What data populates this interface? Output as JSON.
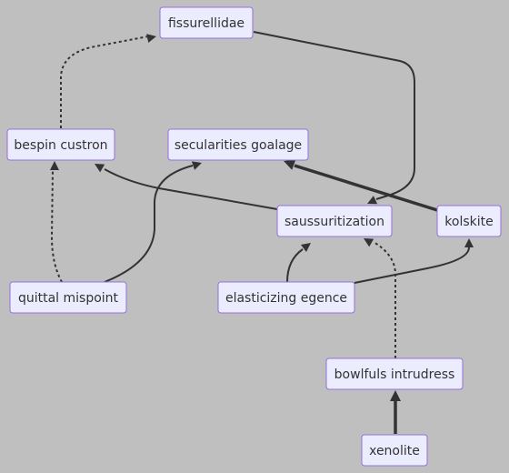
{
  "nodes": [
    {
      "id": "fissurellidae",
      "label": "fissurellidae"
    },
    {
      "id": "bespin_custron",
      "label": "bespin custron"
    },
    {
      "id": "secularities_goalage",
      "label": "secularities goalage"
    },
    {
      "id": "saussuritization",
      "label": "saussuritization"
    },
    {
      "id": "kolskite",
      "label": "kolskite"
    },
    {
      "id": "quittal_mispoint",
      "label": "quittal mispoint"
    },
    {
      "id": "elasticizing_egence",
      "label": "elasticizing egence"
    },
    {
      "id": "bowlfuls_intrudress",
      "label": "bowlfuls intrudress"
    },
    {
      "id": "xenolite",
      "label": "xenolite"
    }
  ],
  "edges": [
    {
      "from": "bespin_custron",
      "to": "fissurellidae",
      "style": "dotted"
    },
    {
      "from": "fissurellidae",
      "to": "saussuritization",
      "style": "normal"
    },
    {
      "from": "saussuritization",
      "to": "bespin_custron",
      "style": "normal"
    },
    {
      "from": "kolskite",
      "to": "secularities_goalage",
      "style": "thick"
    },
    {
      "from": "quittal_mispoint",
      "to": "bespin_custron",
      "style": "dotted"
    },
    {
      "from": "quittal_mispoint",
      "to": "secularities_goalage",
      "style": "normal"
    },
    {
      "from": "elasticizing_egence",
      "to": "saussuritization",
      "style": "normal"
    },
    {
      "from": "elasticizing_egence",
      "to": "kolskite",
      "style": "normal"
    },
    {
      "from": "bowlfuls_intrudress",
      "to": "saussuritization",
      "style": "dotted"
    },
    {
      "from": "xenolite",
      "to": "bowlfuls_intrudress",
      "style": "thick"
    }
  ]
}
